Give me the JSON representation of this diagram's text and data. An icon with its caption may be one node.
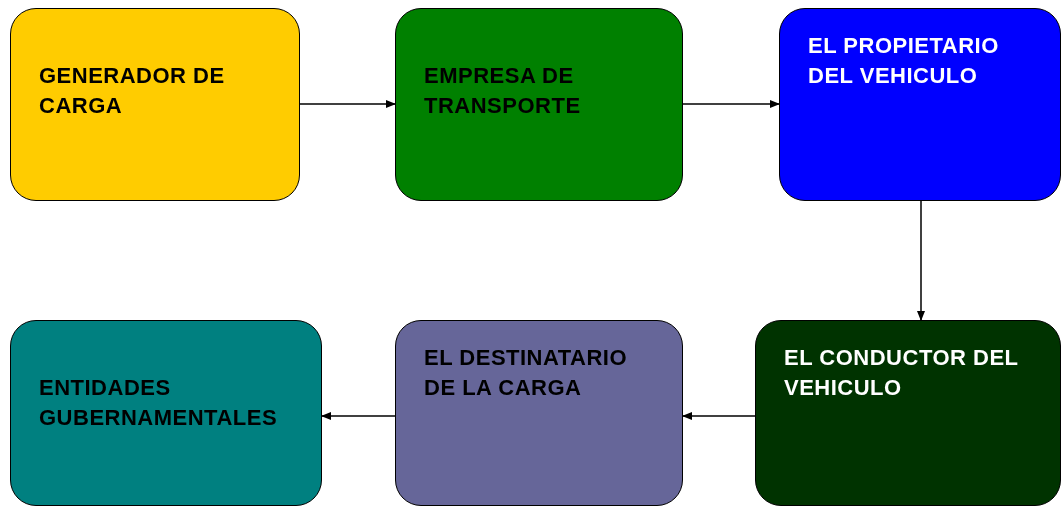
{
  "diagram": {
    "nodes": [
      {
        "text": [
          "GENERADOR DE CARGA"
        ]
      },
      {
        "text": [
          "EMPRESA DE TRANSPORTE"
        ]
      },
      {
        "text": [
          "EL PROPIETARIO DEL VEHICULO"
        ]
      },
      {
        "text": [
          "EL CONDUCTOR DEL VEHICULO"
        ]
      },
      {
        "text": [
          "EL DESTINATARIO DE LA CARGA"
        ]
      },
      {
        "text": [
          "ENTIDADES GUBERNAMENTALES"
        ]
      }
    ],
    "edges": [
      {
        "from": 0,
        "to": 1,
        "arrow": "to"
      },
      {
        "from": 1,
        "to": 2,
        "arrow": "to"
      },
      {
        "from": 2,
        "to": 3,
        "arrow": "to"
      },
      {
        "from": 3,
        "to": 4,
        "arrow": "to"
      },
      {
        "from": 4,
        "to": 5,
        "arrow": "to"
      }
    ]
  }
}
